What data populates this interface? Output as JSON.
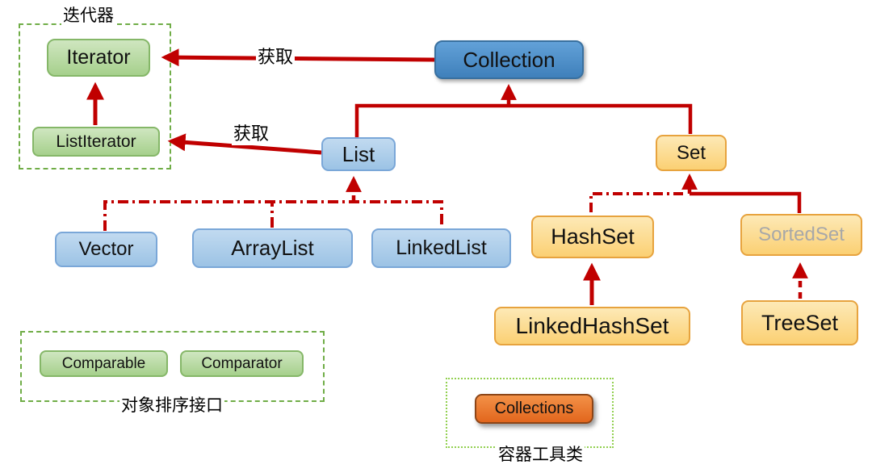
{
  "diagram": {
    "title_context": "Java collection framework hierarchy",
    "groups": {
      "iterator_group": {
        "label": "迭代器"
      },
      "sorting_group": {
        "label": "对象排序接口"
      },
      "utility_group": {
        "label": "容器工具类"
      }
    },
    "edge_labels": {
      "get_iterator": "获取",
      "get_list_iterator": "获取"
    },
    "nodes": {
      "collection": {
        "label": "Collection"
      },
      "iterator": {
        "label": "Iterator"
      },
      "list_iterator": {
        "label": "ListIterator"
      },
      "list": {
        "label": "List"
      },
      "set": {
        "label": "Set"
      },
      "vector": {
        "label": "Vector"
      },
      "array_list": {
        "label": "ArrayList"
      },
      "linked_list": {
        "label": "LinkedList"
      },
      "hash_set": {
        "label": "HashSet"
      },
      "sorted_set": {
        "label": "SortedSet"
      },
      "linked_hash_set": {
        "label": "LinkedHashSet"
      },
      "tree_set": {
        "label": "TreeSet"
      },
      "comparable": {
        "label": "Comparable"
      },
      "comparator": {
        "label": "Comparator"
      },
      "collections": {
        "label": "Collections"
      }
    },
    "colors": {
      "arrow_red": "#c00000",
      "group_border_green": "#70ad47",
      "utility_border_green": "#92d050",
      "green_node_fill": "#a6d08c",
      "blue_dark_node_fill": "#4f90cb",
      "blue_node_fill": "#9cc3e5",
      "yellow_node_fill": "#fbd073",
      "orange_node_fill": "#e8752b",
      "sorted_set_text": "#a8a8a8"
    }
  }
}
